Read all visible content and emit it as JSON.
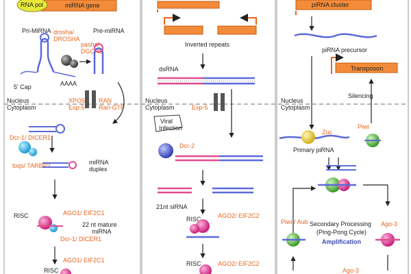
{
  "colors": {
    "orange": "#e8641c",
    "orange_fill": "#f28c3a",
    "blue_rna": "#5a6ad8",
    "pink_rna": "#e04c8c",
    "green_protein": "#5cba47",
    "magenta_protein": "#d6338a",
    "cyan_protein": "#2bb0e8",
    "gray_protein": "#555555",
    "yellow": "#e8d23a",
    "divider": "#888888",
    "panel_border": "#999999"
  },
  "panel_mirna": {
    "rna_pol": "RNA pol",
    "gene": "miRNA gene",
    "pri_mirna": "Pri-MiRNA",
    "drosha": "drosha/",
    "drosha2": "DROSHA",
    "pasha": "pasha/",
    "pasha2": "DGCR8",
    "pre_mirna": "Pre-miRNA",
    "cap": "5' Cap",
    "polya": "AAAA",
    "nucleus": "Nucleus",
    "cytoplasm": "Cytoplasm",
    "xpo5": "XPO5",
    "exp5": "Exp-5",
    "ran": "RAN",
    "ran_gtp": "Ran-GTP",
    "dcr1": "Dcr-1/ DICER1",
    "loqs": "loqs/ TARBP2",
    "duplex1": "miRNA",
    "duplex2": "duplex",
    "risc": "RISC",
    "ago1": "AGO1/ EIF2C1",
    "mature1": "22 nt mature",
    "mature2": "miRNA",
    "dcr1b": "Dcr-1/ DICER1",
    "ago1b": "AGO1/ EIF2C1",
    "risc2": "RISC"
  },
  "panel_sirna": {
    "inverted": "Inverted repeats",
    "dsrna": "dsRNA",
    "nucleus": "Nucleus",
    "cytoplasm": "Cytoplasm",
    "exp5": "Exp-5",
    "viral1": "Viral",
    "viral2": "Infection",
    "dcr2": "Dcr-2",
    "sirna21": "21nt siRNA",
    "risc": "RISC",
    "ago2": "AGO2/ EIF2C2",
    "risc2": "RISC",
    "ago2b": "AGO2/ EIF2C2"
  },
  "panel_pirna": {
    "cluster": "piRNA cluster",
    "precursor": "piRNA precursor",
    "transposon": "Transposon",
    "silencing": "Silencing",
    "nucleus": "Nucleus",
    "cytoplasm": "Cytoplasm",
    "zuc": "Zuc",
    "primary": "Primary piRNA",
    "piwi": "Piwi",
    "piwi_aub": "Piwi / Aub",
    "ago3": "Ago-3",
    "secondary": "Secondary Processing",
    "pingpong": "(Ping-Pong Cycle)",
    "amplification": "Amplification",
    "ago3b": "Ago-3"
  }
}
